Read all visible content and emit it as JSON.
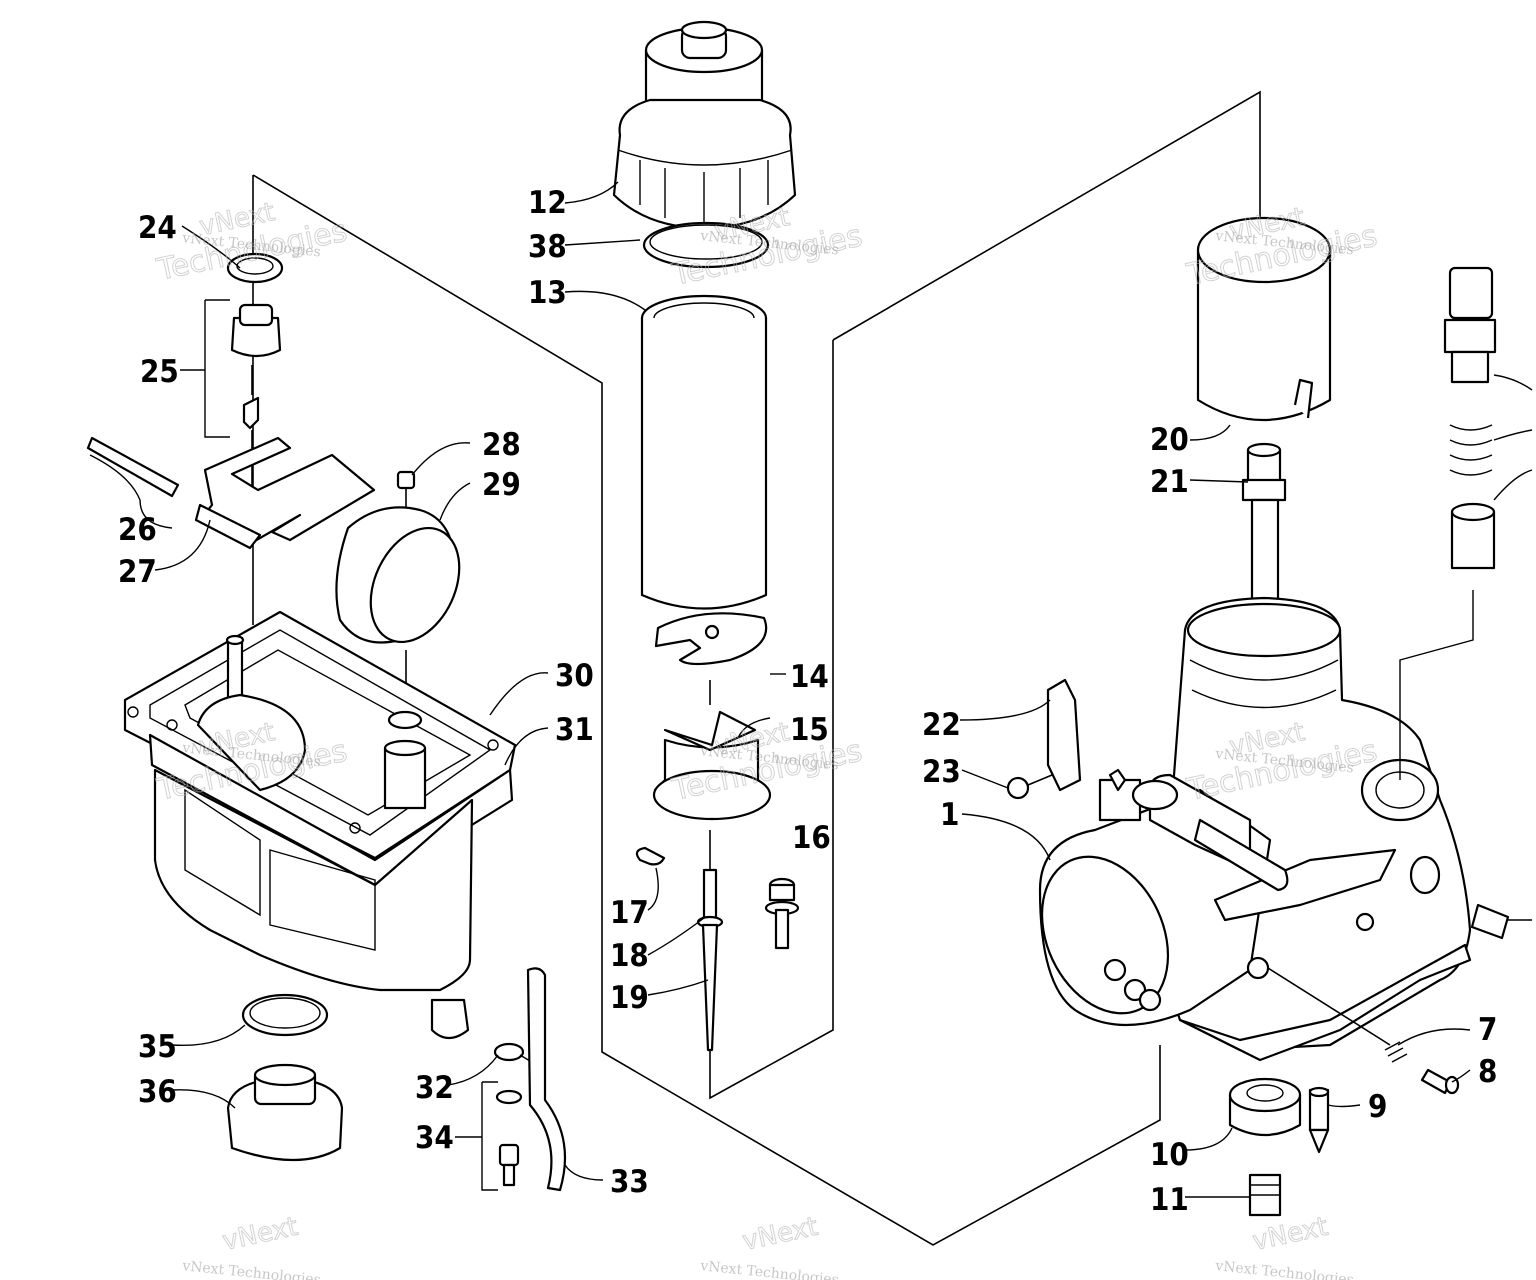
{
  "diagram": {
    "callouts": [
      {
        "id": "1",
        "text": "1"
      },
      {
        "id": "7",
        "text": "7"
      },
      {
        "id": "8",
        "text": "8"
      },
      {
        "id": "9",
        "text": "9"
      },
      {
        "id": "10",
        "text": "10"
      },
      {
        "id": "11",
        "text": "11"
      },
      {
        "id": "12",
        "text": "12"
      },
      {
        "id": "13",
        "text": "13"
      },
      {
        "id": "14",
        "text": "14"
      },
      {
        "id": "15",
        "text": "15"
      },
      {
        "id": "16",
        "text": "16"
      },
      {
        "id": "17",
        "text": "17"
      },
      {
        "id": "18",
        "text": "18"
      },
      {
        "id": "19",
        "text": "19"
      },
      {
        "id": "20",
        "text": "20"
      },
      {
        "id": "21",
        "text": "21"
      },
      {
        "id": "22",
        "text": "22"
      },
      {
        "id": "23",
        "text": "23"
      },
      {
        "id": "24",
        "text": "24"
      },
      {
        "id": "25",
        "text": "25"
      },
      {
        "id": "26",
        "text": "26"
      },
      {
        "id": "27",
        "text": "27"
      },
      {
        "id": "28",
        "text": "28"
      },
      {
        "id": "29",
        "text": "29"
      },
      {
        "id": "30",
        "text": "30"
      },
      {
        "id": "31",
        "text": "31"
      },
      {
        "id": "32",
        "text": "32"
      },
      {
        "id": "33",
        "text": "33"
      },
      {
        "id": "34",
        "text": "34"
      },
      {
        "id": "35",
        "text": "35"
      },
      {
        "id": "36",
        "text": "36"
      },
      {
        "id": "38",
        "text": "38"
      }
    ],
    "watermark": {
      "line1": "vNext",
      "line2": "Technologies",
      "small": "vNext Technologies"
    }
  }
}
